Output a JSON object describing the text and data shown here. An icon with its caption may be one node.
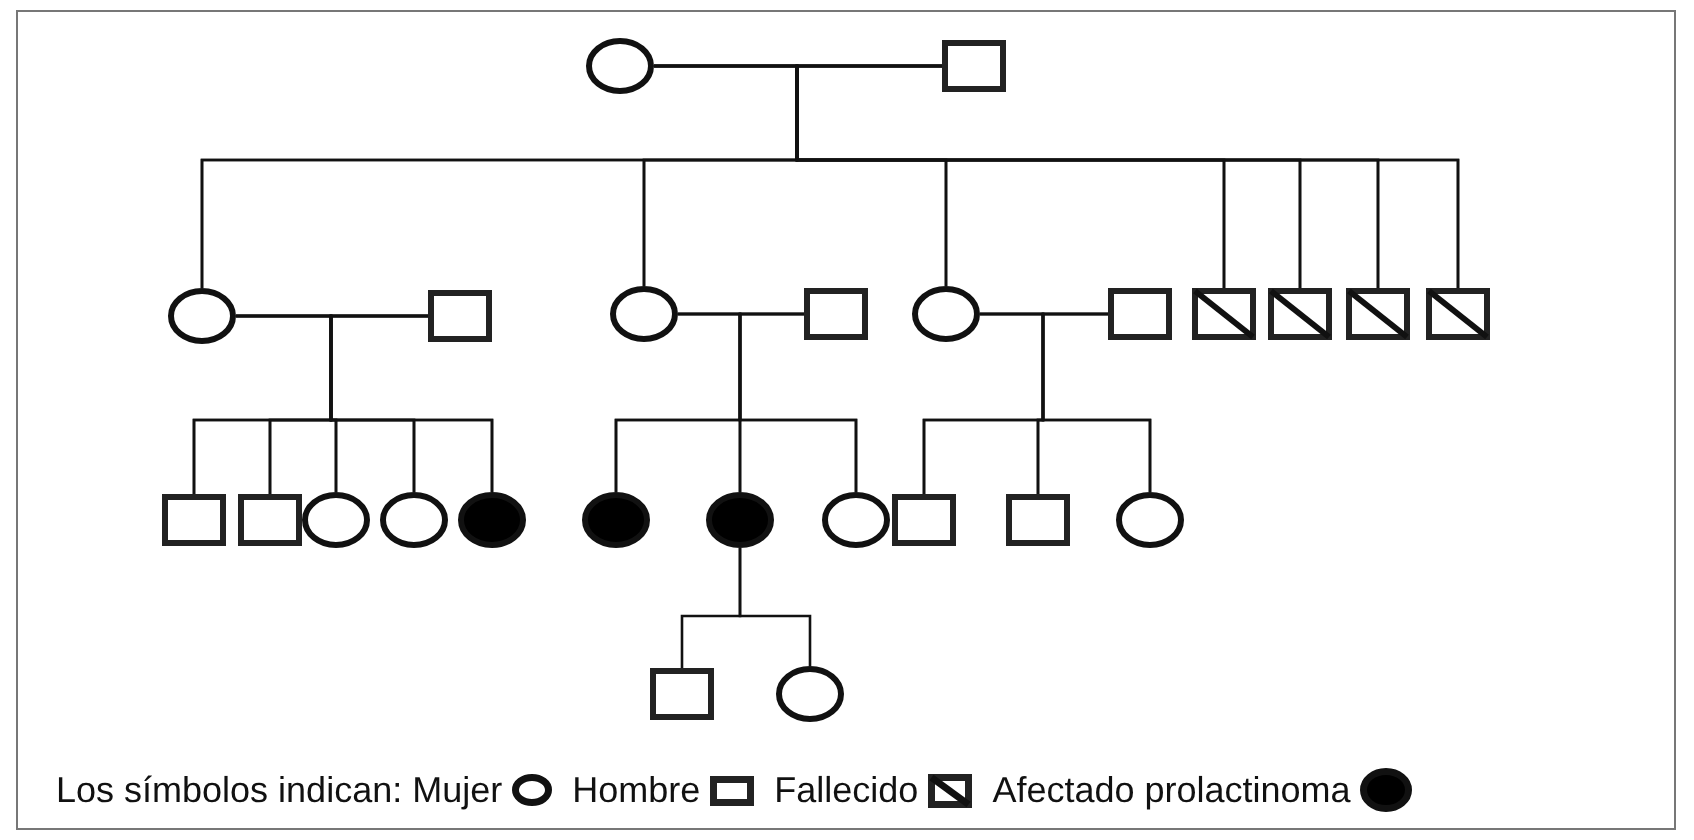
{
  "diagram": {
    "nodes": [
      {
        "text": [],
        "shape": "circle"
      },
      {
        "text": [],
        "shape": "box"
      },
      {
        "text": [],
        "shape": "circle"
      },
      {
        "text": [],
        "shape": "box"
      },
      {
        "text": [],
        "shape": "circle"
      },
      {
        "text": [],
        "shape": "box"
      },
      {
        "text": [],
        "shape": "circle"
      },
      {
        "text": [],
        "shape": "box"
      },
      {
        "text": [],
        "shape": "crossed-box"
      },
      {
        "text": [],
        "shape": "crossed-box"
      },
      {
        "text": [],
        "shape": "crossed-box"
      },
      {
        "text": [],
        "shape": "crossed-box"
      },
      {
        "text": [],
        "shape": "box"
      },
      {
        "text": [],
        "shape": "box"
      },
      {
        "text": [],
        "shape": "circle"
      },
      {
        "text": [],
        "shape": "circle"
      },
      {
        "text": [],
        "shape": "disc"
      },
      {
        "text": [],
        "shape": "disc"
      },
      {
        "text": [],
        "shape": "disc"
      },
      {
        "text": [],
        "shape": "circle"
      },
      {
        "text": [],
        "shape": "box"
      },
      {
        "text": [],
        "shape": "box"
      },
      {
        "text": [],
        "shape": "circle"
      },
      {
        "text": [],
        "shape": "box"
      },
      {
        "text": [],
        "shape": "circle"
      }
    ],
    "edges": [
      {
        "from": 0,
        "to": 1,
        "arrow": "none"
      },
      {
        "from": 0,
        "to": 2,
        "arrow": "none"
      },
      {
        "from": 1,
        "to": 2,
        "arrow": "none"
      },
      {
        "from": 0,
        "to": 4,
        "arrow": "none"
      },
      {
        "from": 1,
        "to": 4,
        "arrow": "none"
      },
      {
        "from": 0,
        "to": 6,
        "arrow": "none"
      },
      {
        "from": 1,
        "to": 6,
        "arrow": "none"
      },
      {
        "from": 0,
        "to": 8,
        "arrow": "none"
      },
      {
        "from": 1,
        "to": 8,
        "arrow": "none"
      },
      {
        "from": 0,
        "to": 9,
        "arrow": "none"
      },
      {
        "from": 1,
        "to": 9,
        "arrow": "none"
      },
      {
        "from": 0,
        "to": 10,
        "arrow": "none"
      },
      {
        "from": 1,
        "to": 10,
        "arrow": "none"
      },
      {
        "from": 0,
        "to": 11,
        "arrow": "none"
      },
      {
        "from": 1,
        "to": 11,
        "arrow": "none"
      },
      {
        "from": 2,
        "to": 3,
        "arrow": "none"
      },
      {
        "from": 2,
        "to": 12,
        "arrow": "none"
      },
      {
        "from": 3,
        "to": 12,
        "arrow": "none"
      },
      {
        "from": 2,
        "to": 13,
        "arrow": "none"
      },
      {
        "from": 3,
        "to": 13,
        "arrow": "none"
      },
      {
        "from": 2,
        "to": 14,
        "arrow": "none"
      },
      {
        "from": 3,
        "to": 14,
        "arrow": "none"
      },
      {
        "from": 2,
        "to": 15,
        "arrow": "none"
      },
      {
        "from": 3,
        "to": 15,
        "arrow": "none"
      },
      {
        "from": 2,
        "to": 16,
        "arrow": "none"
      },
      {
        "from": 3,
        "to": 16,
        "arrow": "none"
      },
      {
        "from": 4,
        "to": 5,
        "arrow": "none"
      },
      {
        "from": 4,
        "to": 17,
        "arrow": "none"
      },
      {
        "from": 5,
        "to": 17,
        "arrow": "none"
      },
      {
        "from": 4,
        "to": 18,
        "arrow": "none"
      },
      {
        "from": 5,
        "to": 18,
        "arrow": "none"
      },
      {
        "from": 4,
        "to": 19,
        "arrow": "none"
      },
      {
        "from": 5,
        "to": 19,
        "arrow": "none"
      },
      {
        "from": 6,
        "to": 7,
        "arrow": "none"
      },
      {
        "from": 6,
        "to": 20,
        "arrow": "none"
      },
      {
        "from": 7,
        "to": 20,
        "arrow": "none"
      },
      {
        "from": 6,
        "to": 21,
        "arrow": "none"
      },
      {
        "from": 7,
        "to": 21,
        "arrow": "none"
      },
      {
        "from": 6,
        "to": 22,
        "arrow": "none"
      },
      {
        "from": 7,
        "to": 22,
        "arrow": "none"
      },
      {
        "from": 18,
        "to": 23,
        "arrow": "none"
      },
      {
        "from": 18,
        "to": 24,
        "arrow": "none"
      }
    ],
    "labels": [
      "Los símbolos indican:"
    ],
    "legend": [
      {
        "text": "Mujer"
      },
      {
        "text": "Hombre"
      },
      {
        "text": "Fallecido"
      },
      {
        "text": "Afectado prolactinoma"
      }
    ]
  }
}
